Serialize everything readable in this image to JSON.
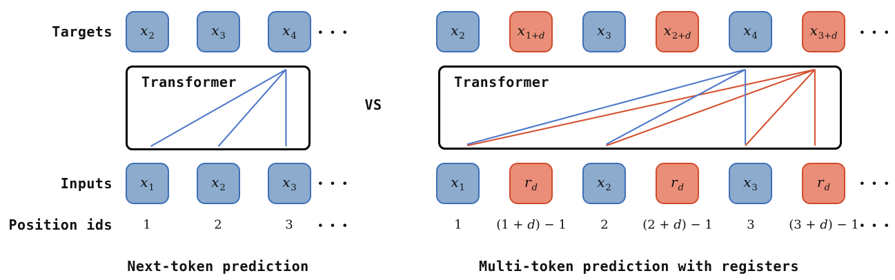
{
  "figure": {
    "row_labels": {
      "targets": "Targets",
      "inputs": "Inputs",
      "position_ids": "Position ids"
    },
    "vs_label": "VS",
    "ellipsis": "···",
    "colors": {
      "token_fill": "#8CABCD",
      "token_border": "#3D6FB8",
      "register_fill": "#EA8E79",
      "register_border": "#CF4A2C",
      "attention_blue": "#4D78C8",
      "attention_red": "#D5502F",
      "box_border": "#000000"
    },
    "left": {
      "caption": "Next-token prediction",
      "transformer_label": "Transformer",
      "targets": [
        {
          "main": "x",
          "sub": "2",
          "kind": "token"
        },
        {
          "main": "x",
          "sub": "3",
          "kind": "token"
        },
        {
          "main": "x",
          "sub": "4",
          "kind": "token"
        }
      ],
      "inputs": [
        {
          "main": "x",
          "sub": "1",
          "kind": "token"
        },
        {
          "main": "x",
          "sub": "2",
          "kind": "token"
        },
        {
          "main": "x",
          "sub": "3",
          "kind": "token"
        }
      ],
      "position_ids": [
        "1",
        "2",
        "3"
      ]
    },
    "right": {
      "caption": "Multi-token prediction with registers",
      "transformer_label": "Transformer",
      "targets": [
        {
          "main": "x",
          "sub": "2",
          "kind": "token"
        },
        {
          "main": "x",
          "sub": "1+d",
          "kind": "register"
        },
        {
          "main": "x",
          "sub": "3",
          "kind": "token"
        },
        {
          "main": "x",
          "sub": "2+d",
          "kind": "register"
        },
        {
          "main": "x",
          "sub": "4",
          "kind": "token"
        },
        {
          "main": "x",
          "sub": "3+d",
          "kind": "register"
        }
      ],
      "inputs": [
        {
          "main": "x",
          "sub": "1",
          "kind": "token"
        },
        {
          "main": "r",
          "sub": "d",
          "kind": "register"
        },
        {
          "main": "x",
          "sub": "2",
          "kind": "token"
        },
        {
          "main": "r",
          "sub": "d",
          "kind": "register"
        },
        {
          "main": "x",
          "sub": "3",
          "kind": "token"
        },
        {
          "main": "r",
          "sub": "d",
          "kind": "register"
        }
      ],
      "position_ids": [
        "1",
        "(1 + d) − 1",
        "2",
        "(2 + d) − 1",
        "3",
        "(3 + d) − 1"
      ]
    }
  }
}
